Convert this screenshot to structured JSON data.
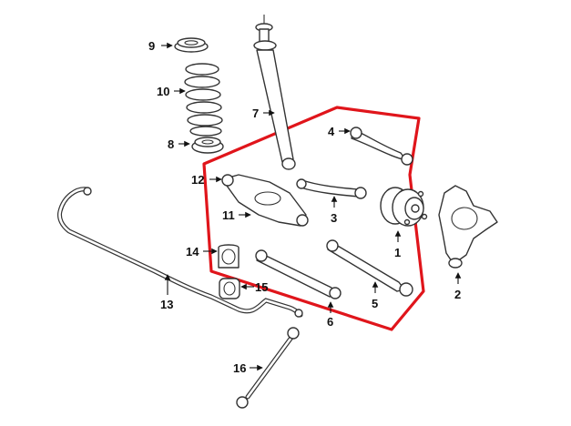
{
  "callouts": {
    "c1": "1",
    "c2": "2",
    "c3": "3",
    "c4": "4",
    "c5": "5",
    "c6": "6",
    "c7": "7",
    "c8": "8",
    "c9": "9",
    "c10": "10",
    "c11": "11",
    "c12": "12",
    "c13": "13",
    "c14": "14",
    "c15": "15",
    "c16": "16"
  },
  "colors": {
    "highlight": "#e0151b",
    "line": "#333333",
    "text": "#111111"
  }
}
